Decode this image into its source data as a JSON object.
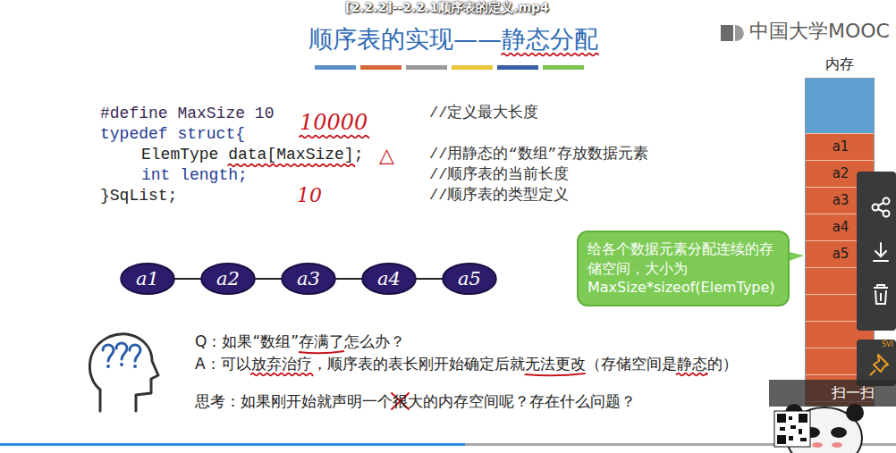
{
  "diagram": {
    "title": "顺序表的实现——静态分配",
    "nodes": [
      {
        "text": [
          "内存"
        ]
      },
      {
        "text": [
          "a1"
        ],
        "in": 0
      },
      {
        "text": [
          "a2"
        ],
        "in": 0
      },
      {
        "text": [
          "a3"
        ],
        "in": 0
      },
      {
        "text": [
          "a4"
        ],
        "in": 0
      },
      {
        "text": [
          "a5"
        ],
        "in": 0
      },
      {
        "text": [
          "给各个数据元素分配连续的存储空间，大小为 MaxSize*sizeof(ElemType)"
        ]
      },
      {
        "text": [
          "a1"
        ]
      },
      {
        "text": [
          "a2"
        ]
      },
      {
        "text": [
          "a3"
        ]
      },
      {
        "text": [
          "a4"
        ]
      },
      {
        "text": [
          "a5"
        ]
      }
    ],
    "edges": [
      {
        "from": 7,
        "to": 8,
        "arrow": "none"
      },
      {
        "from": 8,
        "to": 9,
        "arrow": "none"
      },
      {
        "from": 9,
        "to": 10,
        "arrow": "none"
      },
      {
        "from": 10,
        "to": 11,
        "arrow": "none"
      }
    ],
    "labels": [
      "[2.2.2]--2.2.1顺序表的定义.mp4",
      "中国大学MOOC",
      "#define MaxSize 10",
      "//定义最大长度",
      "typedef struct{",
      "10000",
      "ElemType data[MaxSize];",
      "△",
      "//用静态的“数组”存放数据元素",
      "int length;",
      "//顺序表的当前长度",
      "}SqList;",
      "10",
      "//顺序表的类型定义",
      "Q：如果“数组”存满了怎么办？",
      "A：可以放弃治疗，顺序表的表长刚开始确定后就无法更改（存储空间是静态的）",
      "思考：如果刚开始就声明一个很大的内存空间呢？存在什么问题？",
      "扫一扫",
      "SVI"
    ]
  }
}
